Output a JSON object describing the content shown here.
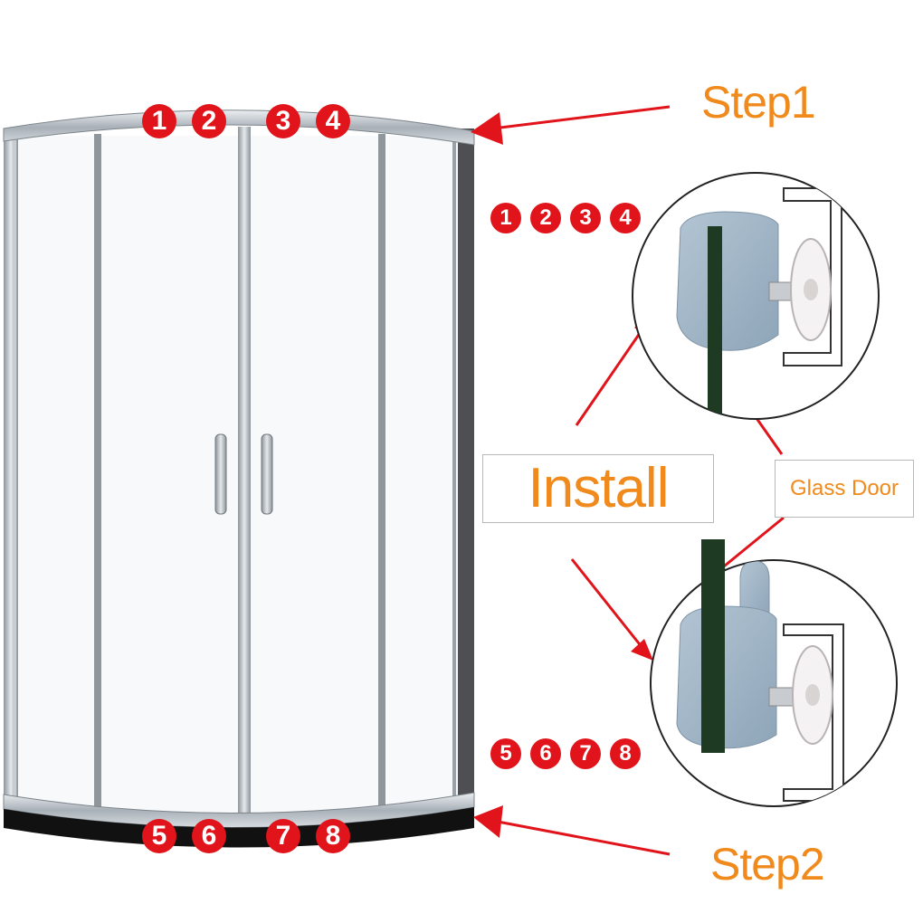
{
  "labels": {
    "step1": "Step1",
    "step2": "Step2",
    "install": "Install",
    "glass_door": "Glass Door"
  },
  "top_badges_on_frame": [
    "1",
    "2",
    "3",
    "4"
  ],
  "bottom_badges_on_frame": [
    "5",
    "6",
    "7",
    "8"
  ],
  "top_badges_side": [
    "1",
    "2",
    "3",
    "4"
  ],
  "bottom_badges_side": [
    "5",
    "6",
    "7",
    "8"
  ],
  "colors": {
    "label_orange": "#f08a1c",
    "badge_red": "#e0141a",
    "arrow_red": "#e0141a",
    "frame_silver": "#a9b0b6",
    "base_black": "#111111",
    "roller_housing": "#9db2c4",
    "glass_green": "#1f3a22"
  }
}
